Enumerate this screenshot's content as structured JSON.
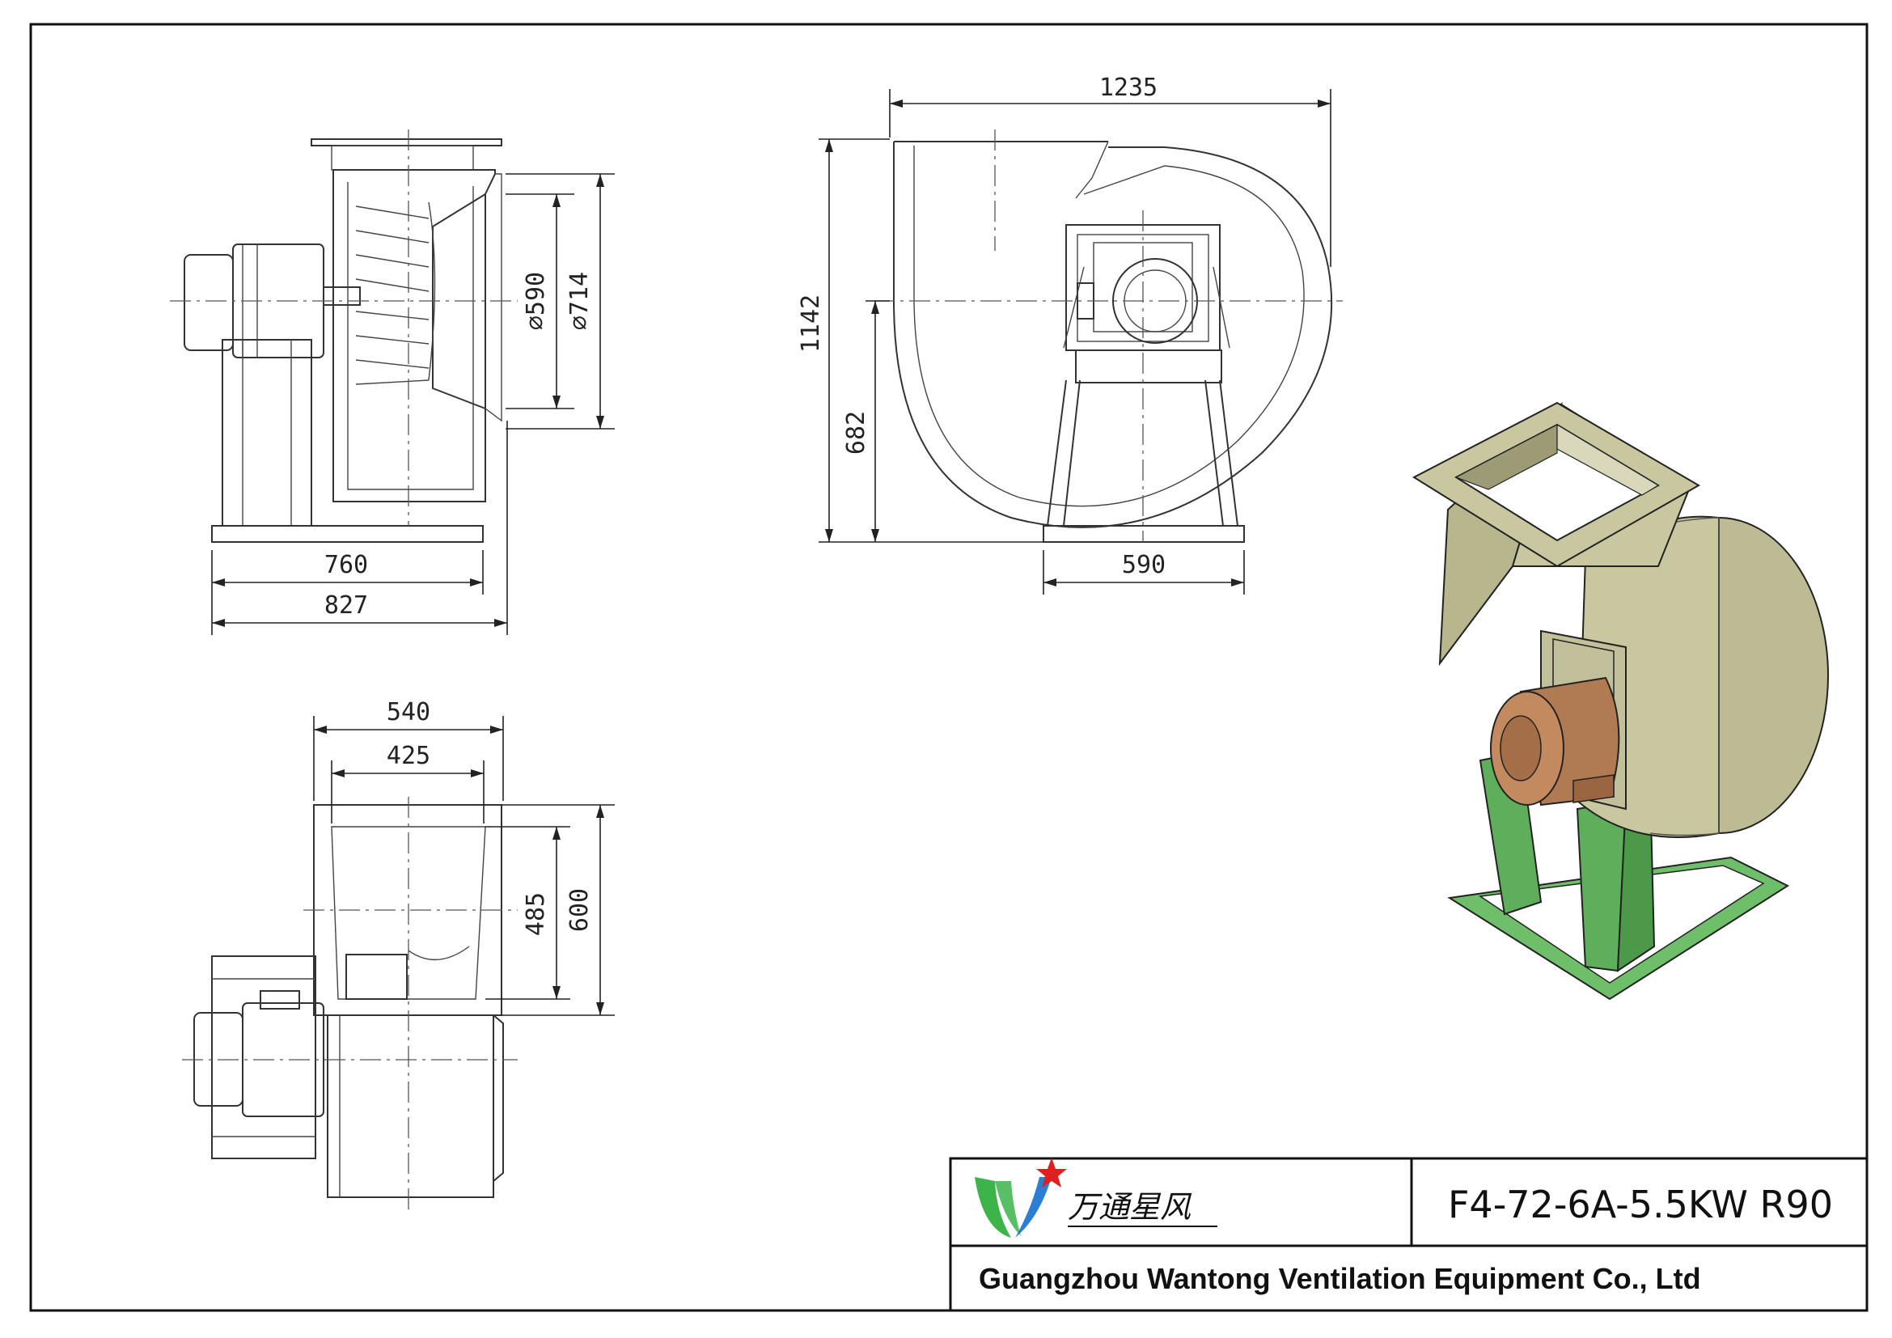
{
  "dimensions": {
    "side_width_760": "760",
    "side_width_827": "827",
    "outlet_590": "⌀590",
    "outlet_714": "⌀714",
    "front_width_1235": "1235",
    "front_height_1142": "1142",
    "shaft_height_682": "682",
    "base_width_590": "590",
    "top_width_540": "540",
    "top_width_425": "425",
    "top_depth_485": "485",
    "top_depth_600": "600"
  },
  "title_block": {
    "brand_name": "万通星风",
    "model": "F4-72-6A-5.5KW  R90",
    "company": "Guangzhou Wantong Ventilation Equipment Co., Ltd"
  },
  "colors": {
    "casing": "#c9c7a0",
    "frame": "#6fbf6a",
    "motor": "#b07a52",
    "logo_green": "#3cb44a",
    "logo_blue": "#2a7fd4",
    "logo_star": "#e02020"
  }
}
